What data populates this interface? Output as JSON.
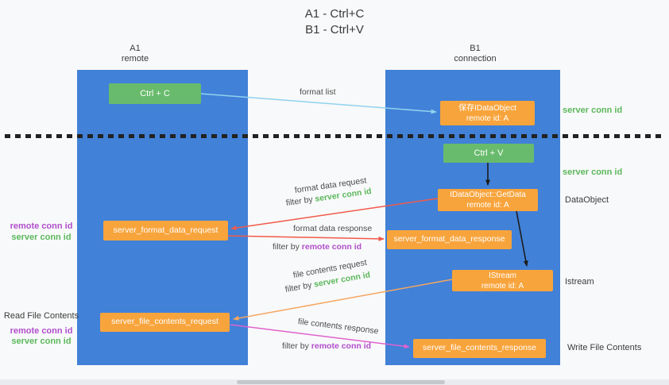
{
  "colors": {
    "lane_blue": "#4181d8",
    "node_green": "#68bb6c",
    "node_orange": "#f8a43c",
    "text_green": "#5cb85c",
    "text_magenta": "#b14ecb",
    "arrow_red": "#f25a4a",
    "arrow_blue": "#90d2ee",
    "arrow_orange": "#f5a660",
    "arrow_magenta": "#e062ce",
    "arrow_black": "#1c1c1c"
  },
  "title": {
    "line1": "A1 - Ctrl+C",
    "line2": "B1 - Ctrl+V"
  },
  "lanes": {
    "left": {
      "name": "A1",
      "sub": "remote"
    },
    "right": {
      "name": "B1",
      "sub": "connection"
    }
  },
  "boxes": {
    "ctrl_c": {
      "label": "Ctrl + C"
    },
    "ctrl_v": {
      "label": "Ctrl + V"
    },
    "save_obj": {
      "line1": "保存IDataObject",
      "line2": "remote id: A"
    },
    "get_data": {
      "line1": "IDataObject::GetData",
      "line2": "remote id: A"
    },
    "istream": {
      "line1": "IStream",
      "line2": "remote id: A"
    },
    "format_req": {
      "label": "server_format_data_request"
    },
    "format_resp": {
      "label": "server_format_data_response"
    },
    "file_req": {
      "label": "server_file_contents_request"
    },
    "file_resp": {
      "label": "server_file_contents_response"
    }
  },
  "arrow_labels": {
    "format_list": "format list",
    "format_data_request": "format data request",
    "filter_server_1": {
      "prefix": "filter by ",
      "highlight": "server conn id"
    },
    "format_data_response": "format data response",
    "filter_remote_1": {
      "prefix": "filter by ",
      "highlight": "remote conn id"
    },
    "file_contents_request": "file contents request",
    "filter_server_2": {
      "prefix": "filter by ",
      "highlight": "server conn id"
    },
    "file_contents_response": "file contents response",
    "filter_remote_2": {
      "prefix": "filter by ",
      "highlight": "remote conn id"
    }
  },
  "annotations": {
    "server_conn_top_right": "server conn id",
    "server_conn_mid_right": "server conn id",
    "dataobject": "DataObject",
    "istream": "Istream",
    "write_file_contents": "Write File Contents",
    "read_file_contents": "Read File Contents",
    "remote_conn_left_1": "remote conn id",
    "server_conn_left_1": "server conn id",
    "remote_conn_left_2": "remote conn id",
    "server_conn_left_2": "server conn id"
  }
}
